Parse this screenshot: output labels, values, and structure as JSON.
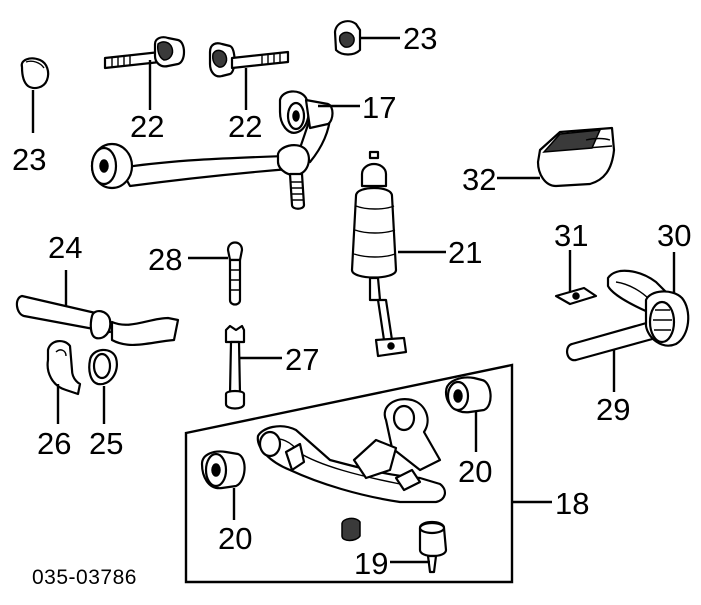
{
  "diagram": {
    "figure_code": "035-03786",
    "labels": {
      "p17": "17",
      "p18": "18",
      "p19": "19",
      "p20_right": "20",
      "p20_left": "20",
      "p21": "21",
      "p22_left": "22",
      "p22_right": "22",
      "p23_left": "23",
      "p23_right": "23",
      "p24": "24",
      "p25": "25",
      "p26": "26",
      "p27": "27",
      "p28": "28",
      "p29": "29",
      "p30": "30",
      "p31": "31",
      "p32": "32"
    }
  }
}
